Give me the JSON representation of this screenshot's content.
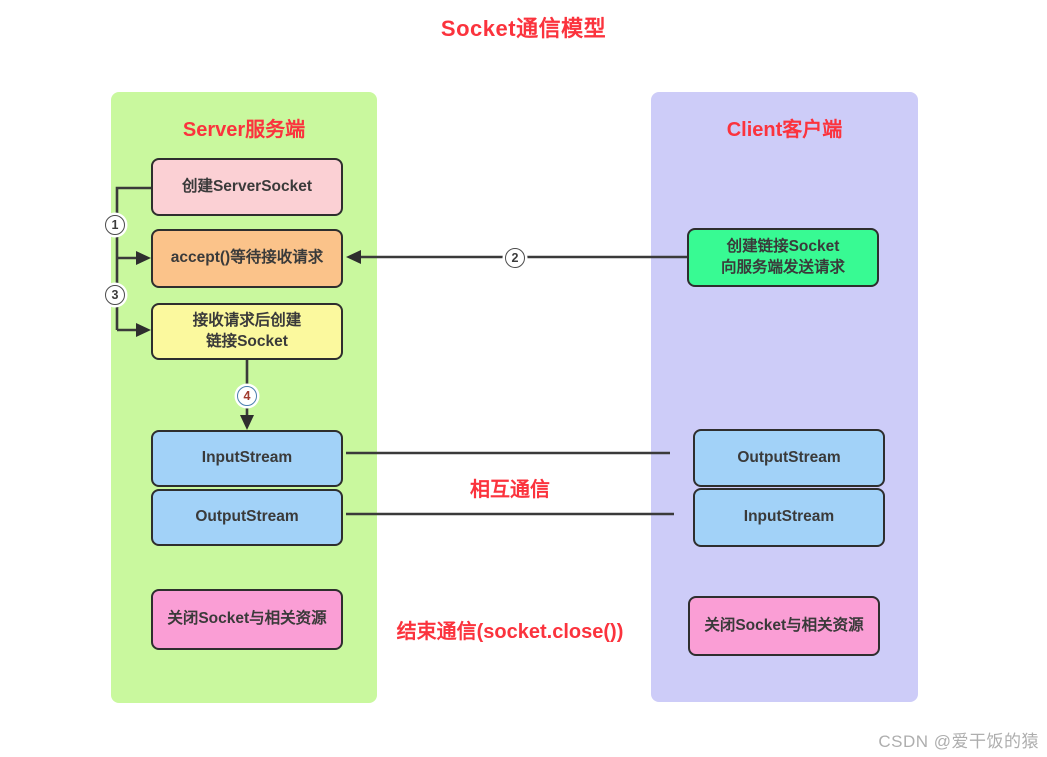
{
  "title": "Socket通信模型",
  "accent_color": "#fb333d",
  "server_panel": {
    "header": "Server服务端",
    "bg": "#c9f89e",
    "boxes": [
      {
        "label": "创建ServerSocket",
        "fill": "#fbd0d4"
      },
      {
        "label": "accept()等待接收请求",
        "fill": "#fbc38a"
      },
      {
        "label": "接收请求后创建\n链接Socket",
        "fill": "#fbf99e"
      },
      {
        "label": "InputStream",
        "fill": "#a2d2f8"
      },
      {
        "label": "OutputStream",
        "fill": "#a2d2f8"
      },
      {
        "label": "关闭Socket与相关资源",
        "fill": "#fa9ed5"
      }
    ]
  },
  "client_panel": {
    "header": "Client客户端",
    "bg": "#cdccf8",
    "boxes": [
      {
        "label": "创建链接Socket\n向服务端发送请求",
        "fill": "#38fa93"
      },
      {
        "label": "OutputStream",
        "fill": "#a2d2f8"
      },
      {
        "label": "InputStream",
        "fill": "#a2d2f8"
      },
      {
        "label": "关闭Socket与相关资源",
        "fill": "#fa9ed5"
      }
    ]
  },
  "step_markers": [
    "1",
    "2",
    "3",
    "4"
  ],
  "labels": {
    "mutual_communication": "相互通信",
    "end_communication": "结束通信(socket.close())"
  },
  "watermark": "CSDN @爱干饭的猿",
  "line_color": "#3a3a3a"
}
